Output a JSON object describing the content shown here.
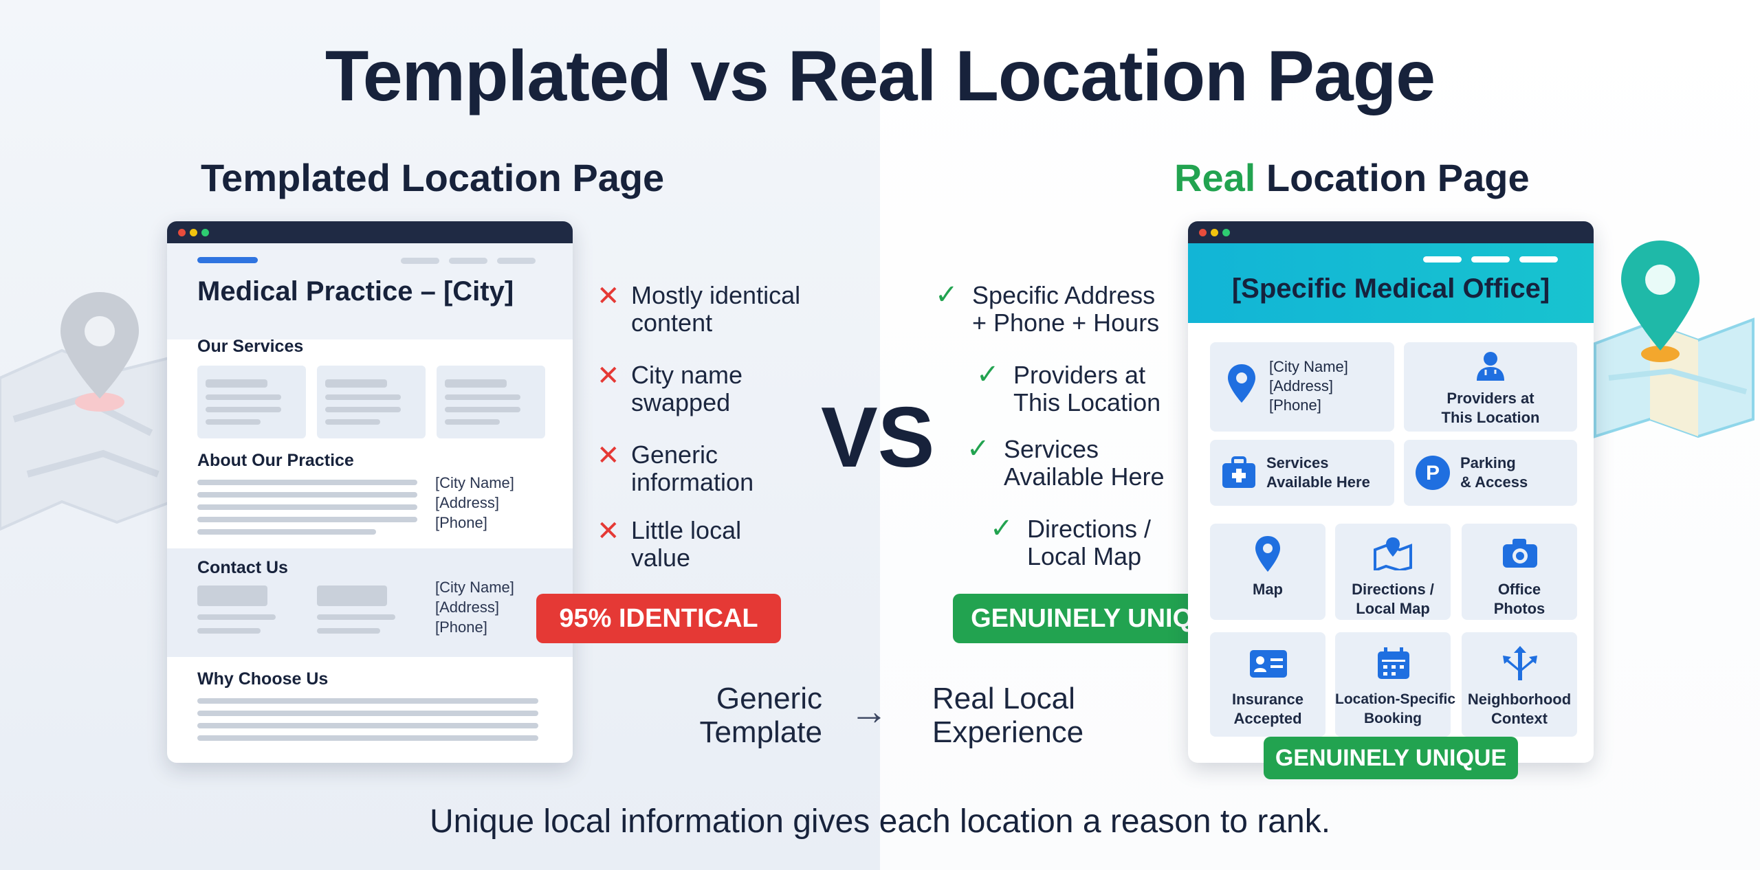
{
  "title": "Templated vs Real Location Page",
  "left": {
    "heading": "Templated Location Page",
    "window": {
      "title": "Medical Practice – [City]",
      "services_label": "Our Services",
      "about_label": "About Our Practice",
      "about_details": "[City Name]\n[Address]\n[Phone]",
      "contact_label": "Contact Us",
      "contact_details": "[City Name]\n[Address]\n[Phone]",
      "why_label": "Why Choose Us"
    },
    "bullets": [
      "Mostly identical\ncontent",
      "City name\nswapped",
      "Generic\ninformation",
      "Little local\nvalue"
    ],
    "badge": "95% IDENTICAL"
  },
  "vs": "VS",
  "right": {
    "heading_highlight": "Real",
    "heading_rest": " Location Page",
    "window": {
      "title": "[Specific Medical Office]",
      "cards": {
        "contact": "[City Name]\n[Address]\n[Phone]",
        "providers": "Providers at\nThis Location",
        "services": "Services\nAvailable Here",
        "parking": "Parking\n& Access",
        "map": "Map",
        "directions": "Directions /\nLocal Map",
        "photos": "Office\nPhotos",
        "insurance": "Insurance\nAccepted",
        "booking": "Location-Specific\nBooking",
        "neighborhood": "Neighborhood\nContext"
      }
    },
    "bullets": [
      "Specific Address\n+ Phone + Hours",
      "Providers at\nThis Location",
      "Services\nAvailable Here",
      "Directions /\nLocal Map"
    ],
    "badge": "GENUINELY UNIQUE",
    "window_badge": "GENUINELY UNIQUE"
  },
  "flow": {
    "from": "Generic\nTemplate",
    "arrow": "→",
    "to": "Real Local\nExperience"
  },
  "caption": "Unique local information gives each location a reason to rank.",
  "colors": {
    "green": "#22a350",
    "red": "#e53935",
    "dark": "#17223b",
    "teal": "#12b5d6",
    "blue": "#1f6fe0"
  }
}
